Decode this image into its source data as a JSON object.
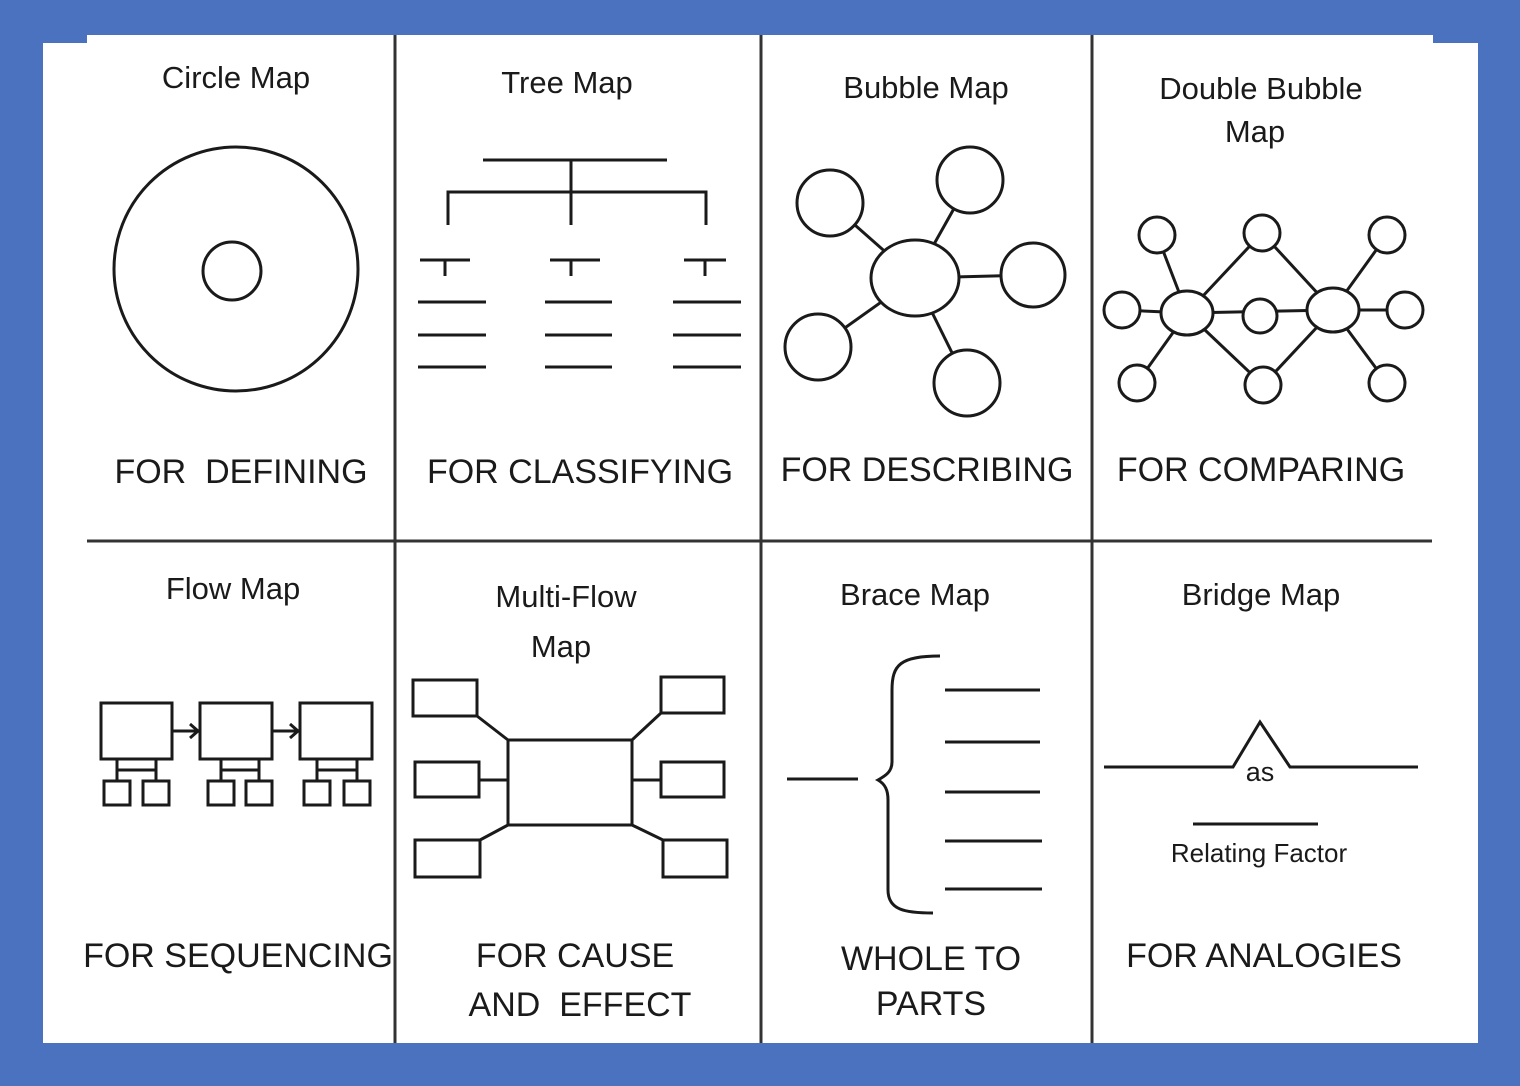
{
  "colors": {
    "frame": "#4a72be",
    "background": "#ffffff",
    "ink": "#1a1a1a"
  },
  "cells": [
    {
      "title": [
        "Circle Map"
      ],
      "label": [
        "FOR  DEFINING"
      ]
    },
    {
      "title": [
        "Tree Map"
      ],
      "label": [
        "FOR CLASSIFYING"
      ]
    },
    {
      "title": [
        "Bubble Map"
      ],
      "label": [
        "FOR DESCRIBING"
      ]
    },
    {
      "title": [
        "Double Bubble",
        "Map"
      ],
      "label": [
        "FOR COMPARING"
      ]
    },
    {
      "title": [
        "Flow Map"
      ],
      "label": [
        "FOR SEQUENCING"
      ]
    },
    {
      "title": [
        "Multi-Flow",
        "Map"
      ],
      "label": [
        "FOR CAUSE",
        "AND  EFFECT"
      ]
    },
    {
      "title": [
        "Brace Map"
      ],
      "label": [
        "WHOLE TO",
        "PARTS"
      ]
    },
    {
      "title": [
        "Bridge Map"
      ],
      "label": [
        "FOR ANALOGIES"
      ]
    }
  ],
  "bridge": {
    "connector": "as",
    "relating_factor": "Relating Factor"
  }
}
